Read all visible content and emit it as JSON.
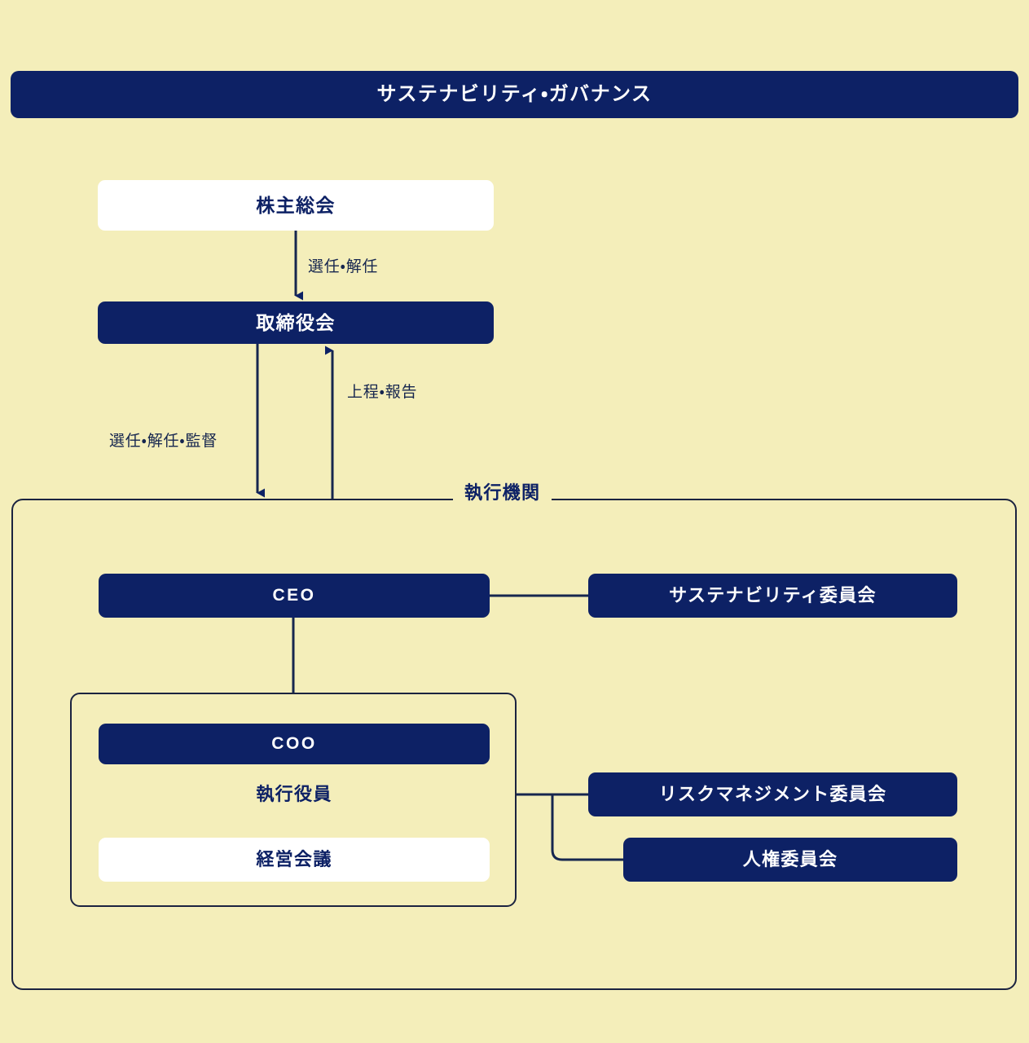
{
  "diagram": {
    "title": "サステナビリティ・ガバナンス",
    "background_color": "#f4eeba",
    "accent_color": "#0d2165",
    "line_color": "#1b2340",
    "groups": {
      "executive_organ": {
        "label": "執行機関"
      },
      "executive_officers": {
        "label": "執行役員"
      }
    },
    "nodes": {
      "shareholders_meeting": {
        "label": "株主総会",
        "style": "outline"
      },
      "board_of_directors": {
        "label": "取締役会",
        "style": "filled"
      },
      "ceo": {
        "label": "CEO",
        "style": "filled"
      },
      "coo": {
        "label": "COO",
        "style": "filled"
      },
      "executive_officers": {
        "label": "執行役員",
        "style": "plain"
      },
      "management_meeting": {
        "label": "経営会議",
        "style": "outline"
      },
      "sustainability_committee": {
        "label": "サステナビリティ委員会",
        "style": "filled"
      },
      "risk_management_committee": {
        "label": "リスクマネジメント委員会",
        "style": "filled"
      },
      "human_rights_committee": {
        "label": "人権委員会",
        "style": "filled"
      }
    },
    "edge_labels": {
      "appoint_dismiss": "選任・解任",
      "appoint_dismiss_supervise": "選任・解任・監督",
      "submit_report": "上程・報告"
    }
  }
}
